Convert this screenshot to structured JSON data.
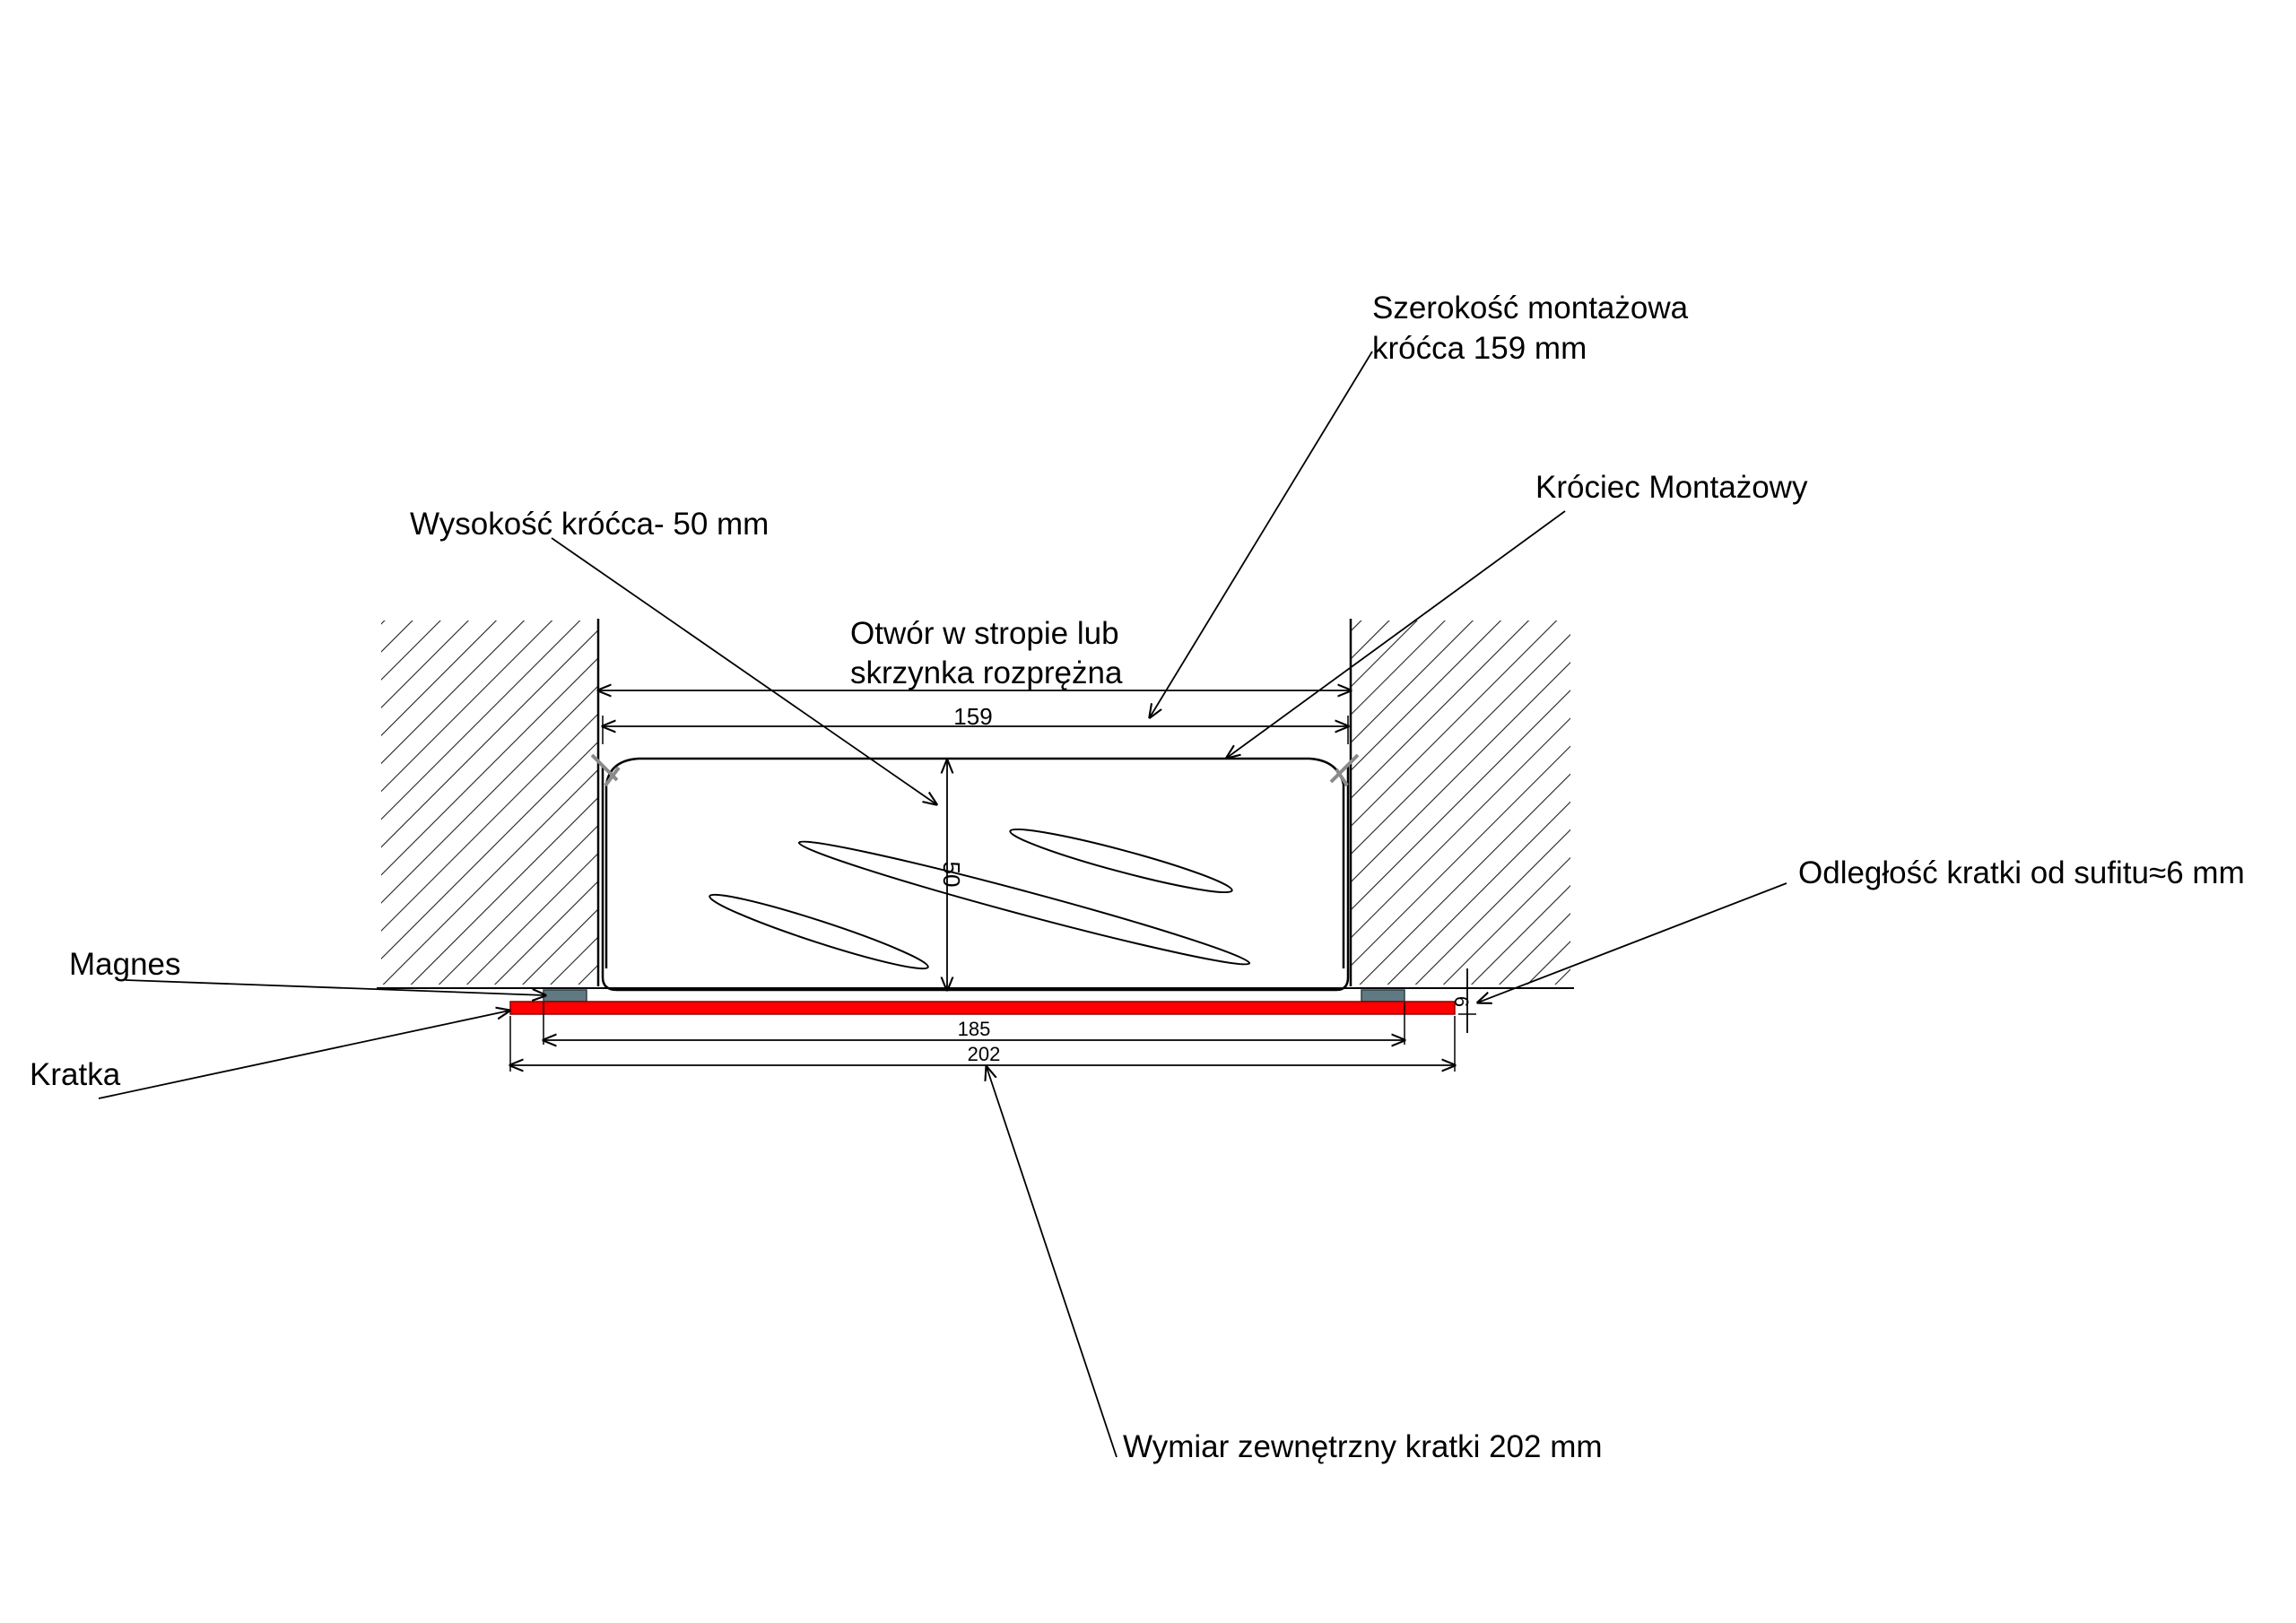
{
  "labels": {
    "szerokosc_line1": "Szerokość montażowa",
    "szerokosc_line2": "króćca 159 mm",
    "krociec": "Króciec Montażowy",
    "wysokosc": "Wysokość króćca- 50 mm",
    "otwor_line1": "Otwór w stropie lub",
    "otwor_line2": "skrzynka rozprężna",
    "odleglosc": "Odległość kratki od sufitu≈6 mm",
    "magnes": "Magnes",
    "kratka": "Kratka",
    "wymiar": "Wymiar zewnętrzny kratki 202 mm"
  },
  "dimensions": {
    "krociec_width": "159",
    "krociec_height": "50",
    "inner_width": "185",
    "outer_width": "202",
    "gap": "6"
  },
  "colors": {
    "grille": "#ff0000",
    "magnet": "#5f7a82",
    "lines": "#000000",
    "screw": "#8a8a8a"
  }
}
